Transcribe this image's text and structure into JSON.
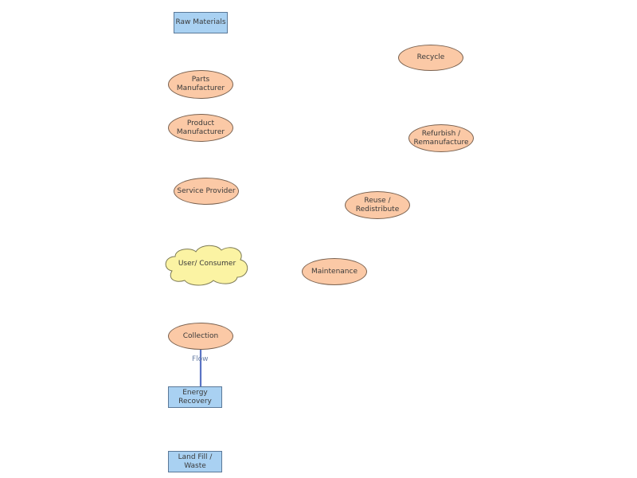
{
  "diagram": {
    "nodes": {
      "raw_materials": "Raw Materials",
      "parts_manufacturer": "Parts\nManufacturer",
      "product_manufacturer": "Product\nManufacturer",
      "service_provider": "Service Provider",
      "user_consumer": "User/ Consumer",
      "collection": "Collection",
      "energy_recovery": "Energy\nRecovery",
      "landfill_waste": "Land Fill /\nWaste",
      "recycle": "Recycle",
      "refurbish": "Refurbish /\nRemanufacture",
      "reuse": "Reuse /\nRedistribute",
      "maintenance": "Maintenance"
    },
    "edges": [
      {
        "from": "energy_recovery",
        "to": "collection",
        "label": "Flow"
      }
    ],
    "colors": {
      "rect_fill": "#a9d1f2",
      "ellipse_fill": "#fbc9a6",
      "cloud_fill": "#fbf3a3",
      "arrow": "#5a73c4"
    }
  }
}
